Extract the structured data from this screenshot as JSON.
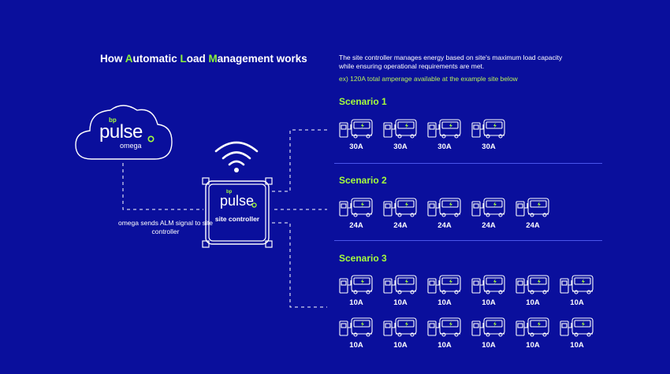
{
  "header": {
    "title_parts": [
      "How ",
      "A",
      "utomatic ",
      "L",
      "oad ",
      "M",
      "anagement works"
    ],
    "description": "The site controller manages energy based on site's maximum load capacity while ensuring operational requirements are met.",
    "example": "ex) 120A total amperage available at the example site below"
  },
  "cloud": {
    "brand_small": "bp",
    "brand": "pulse",
    "product": "omega"
  },
  "controller": {
    "brand_small": "bp",
    "brand": "pulse",
    "label": "site controller"
  },
  "signal_caption": "omega sends ALM signal to site controller",
  "scenarios": [
    {
      "label": "Scenario 1",
      "rows": [
        [
          "30A",
          "30A",
          "30A",
          "30A"
        ]
      ]
    },
    {
      "label": "Scenario 2",
      "rows": [
        [
          "24A",
          "24A",
          "24A",
          "24A",
          "24A"
        ]
      ]
    },
    {
      "label": "Scenario 3",
      "rows": [
        [
          "10A",
          "10A",
          "10A",
          "10A",
          "10A",
          "10A"
        ],
        [
          "10A",
          "10A",
          "10A",
          "10A",
          "10A",
          "10A"
        ]
      ]
    }
  ],
  "colors": {
    "background": "#0a0f9c",
    "accent": "#a6ff3c",
    "line": "#ffffff"
  },
  "icons": [
    "cloud-icon",
    "wifi-icon",
    "charger-icon",
    "bus-icon"
  ]
}
